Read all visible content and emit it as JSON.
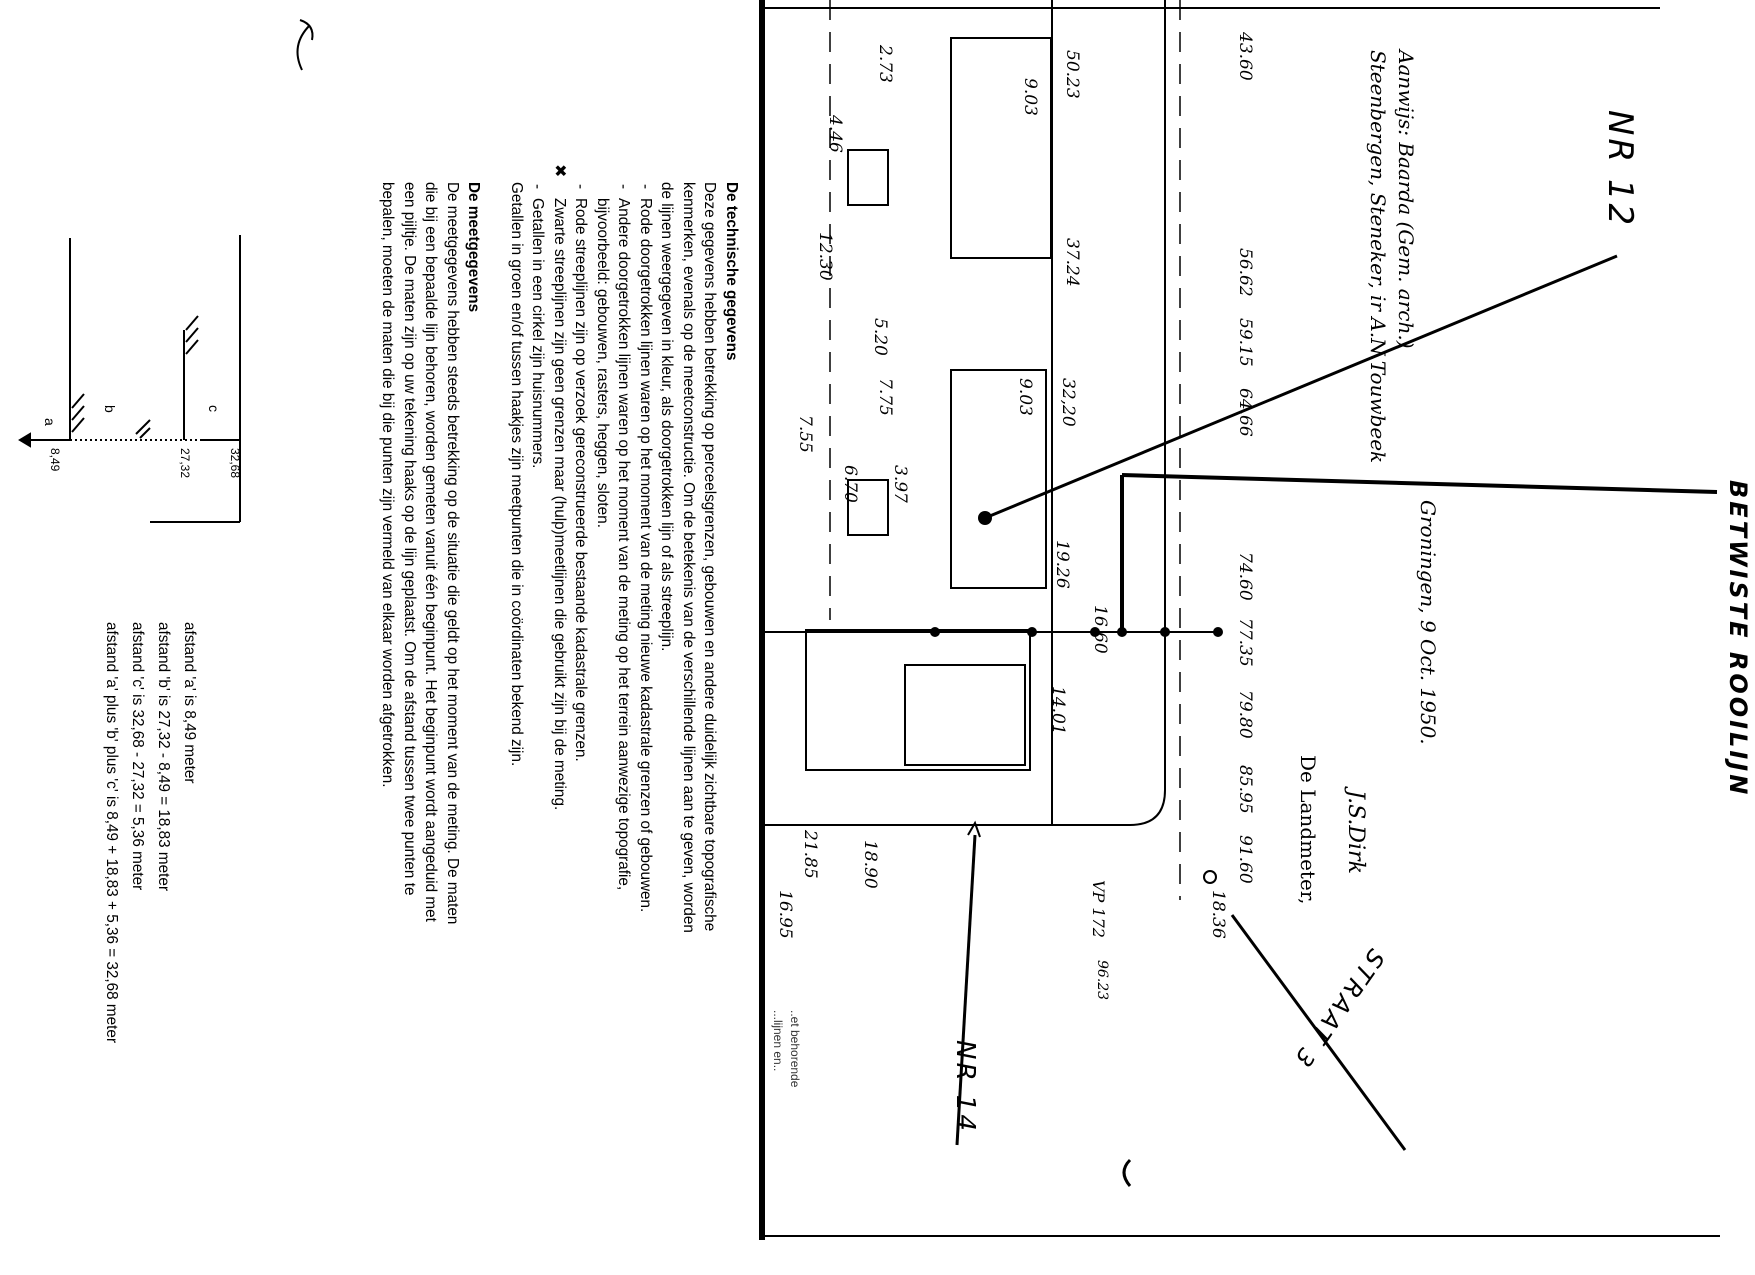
{
  "explanation": {
    "section1_title": "De technische gegevens",
    "section1_body": "Deze gegevens hebben betrekking op perceelsgrenzen, gebouwen en andere duidelijk zichtbare topografische kenmerken, evenals op de meetconstructie. Om de betekenis van de verschillende lijnen aan te geven, worden de lijnen weergegeven in kleur, als doorgetrokken lijn of als streeplijn.",
    "bullets": [
      "Rode doorgetrokken lijnen waren op het moment van de meting nieuwe kadastrale grenzen of gebouwen.",
      "Andere doorgetrokken lijnen waren op het moment van de meting op het terrein aanwezige topografie, bijvoorbeeld: gebouwen, rasters, heggen, sloten.",
      "Rode streeplijnen zijn op verzoek gereconstrueerde bestaande kadastrale grenzen.",
      "Zwarte streeplijnen zijn geen grenzen maar (hulp)meetlijnen die gebruikt zijn bij de meting.",
      "Getallen in een cirkel zijn huisnummers."
    ],
    "note": "Getallen in groen en/of tussen haakjes zijn meetpunten die in coördinaten bekend zijn.",
    "section2_title": "De meetgegevens",
    "section2_body": "De meetgegevens hebben steeds betrekking op de situatie die geldt op het moment van de meting. De maten die bij een bepaalde lijn behoren, worden gemeten vanuit één beginpunt. Het beginpunt wordt aangeduid met een pijltje. De maten zijn op uw tekening haaks op de lijn geplaatst. Om de afstand tussen twee punten te bepalen, moeten de maten die bij die punten zijn vermeld van elkaar worden afgetrokken."
  },
  "diagram": {
    "labels": [
      "a",
      "b",
      "c"
    ],
    "values": [
      "8,49",
      "27,32",
      "32,68"
    ]
  },
  "calculation": [
    "afstand 'a' is 8,49 meter",
    "afstand 'b' is 27,32 - 8,49 = 18,83 meter",
    "afstand 'c' is 32,68 - 27,32 = 5,36 meter",
    "afstand 'a' plus 'b' plus 'c' is 8,49 + 18,83 + 5,36 = 32,68 meter"
  ],
  "map": {
    "nr12": "NR 12",
    "nr14": "NR 14",
    "rooilijn": "BETWISTE ROOILIJN",
    "straat": "STRAAT 3",
    "aanwijs": "Aanwijs: Baarda (Gem. arch.) Steenbergen, Steneker, ir A.N.Touwbeek",
    "dated": "Groningen, 9 Oct. 1950.",
    "landmeter": "De Landmeter,",
    "signature": "J.S.Dirk",
    "vp": "VP 172",
    "footer_fragment_1": "..et behorende",
    "footer_fragment_2": "...lijnen en..",
    "measures": [
      "50.23",
      "37.24",
      "32,20",
      "19.26",
      "14.01",
      "43.60",
      "56.62",
      "59.15",
      "64.66",
      "74.60",
      "77.35",
      "79.80",
      "85.95",
      "91.60",
      "18.36",
      "96.23",
      "2.73",
      "4.46",
      "12.30",
      "5.20",
      "7.75",
      "7.55",
      "6.70",
      "3.97",
      "9.03",
      "9.03",
      "16.60",
      "21.85",
      "16.95",
      "18.90"
    ]
  }
}
